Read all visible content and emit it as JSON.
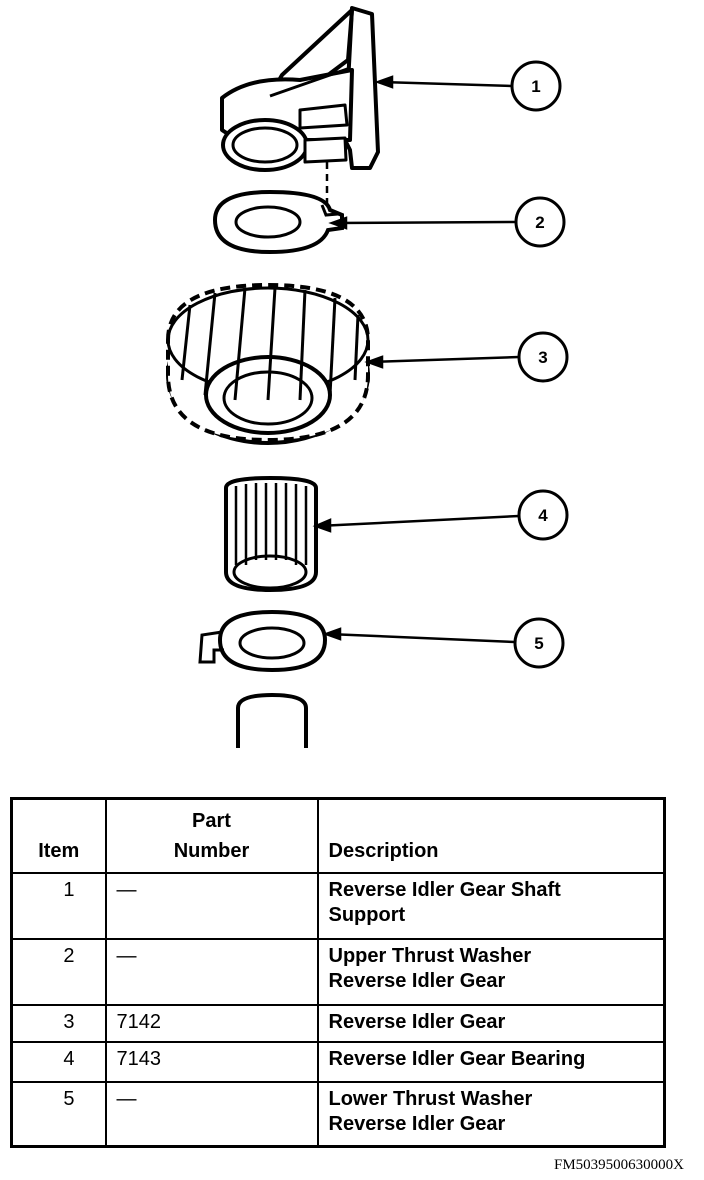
{
  "callouts": [
    "1",
    "2",
    "3",
    "4",
    "5"
  ],
  "table": {
    "headers": {
      "item": "Item",
      "part_line1": "Part",
      "part_line2": "Number",
      "description": "Description"
    },
    "rows": [
      {
        "item": "1",
        "part": "—",
        "desc1": "Reverse Idler Gear Shaft",
        "desc2": "Support"
      },
      {
        "item": "2",
        "part": "—",
        "desc1": "Upper Thrust Washer",
        "desc2": "Reverse Idler Gear"
      },
      {
        "item": "3",
        "part": "7142",
        "desc1": "Reverse Idler Gear",
        "desc2": ""
      },
      {
        "item": "4",
        "part": "7143",
        "desc1": "Reverse Idler Gear Bearing",
        "desc2": ""
      },
      {
        "item": "5",
        "part": "—",
        "desc1": "Lower Thrust Washer",
        "desc2": "Reverse Idler Gear"
      }
    ]
  },
  "figure_id": "FM5039500630000X"
}
